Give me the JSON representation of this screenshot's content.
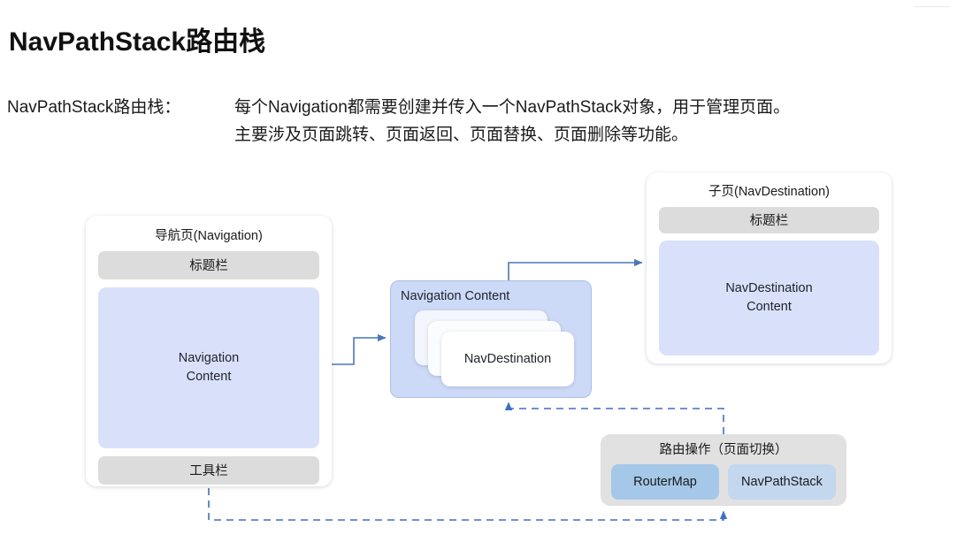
{
  "header": {
    "title": "NavPathStack路由栈"
  },
  "description": {
    "label": "NavPathStack路由栈：",
    "line1": "每个Navigation都需要创建并传入一个NavPathStack对象，用于管理页面。",
    "line2": "主要涉及页面跳转、页面返回、页面替换、页面删除等功能。"
  },
  "diagram": {
    "navigation_card": {
      "title": "导航页(Navigation)",
      "title_bar": "标题栏",
      "content_line1": "Navigation",
      "content_line2": "Content",
      "tool_bar": "工具栏"
    },
    "middle_box": {
      "label": "Navigation Content",
      "stack_card_label": "NavDestination"
    },
    "destination_card": {
      "title": "子页(NavDestination)",
      "title_bar": "标题栏",
      "content_line1": "NavDestination",
      "content_line2": "Content"
    },
    "router_box": {
      "title": "路由操作（页面切换）",
      "chip_router_map": "RouterMap",
      "chip_nav_path_stack": "NavPathStack"
    }
  },
  "colors": {
    "content_blue": "#d9e1fa",
    "mid_box_blue": "#ccd9f7",
    "bar_gray": "#dcdcdc",
    "router_box_gray": "#e1e1e1",
    "chip_router_map": "#a5c8e8",
    "chip_nav_path_stack": "#c3d7ef",
    "arrow_blue": "#4a76b8",
    "dashed_blue": "#3f6fc0"
  }
}
